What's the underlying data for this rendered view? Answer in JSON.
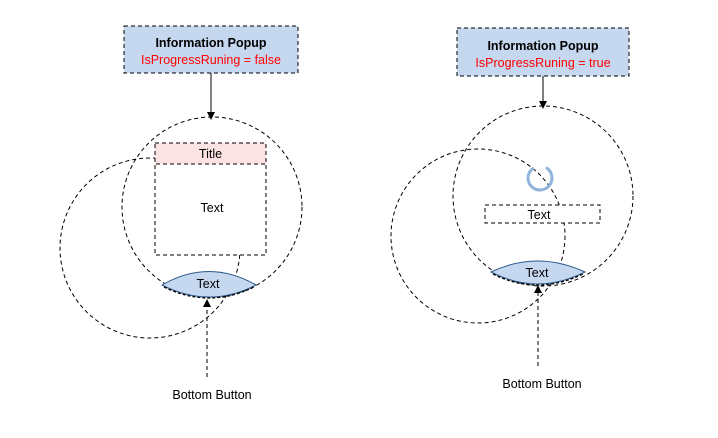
{
  "colors": {
    "header_fill": "#c6d8ef",
    "state_text": "#ff0000",
    "title_fill": "#fbe3e4",
    "button_fill": "#c6d8ef",
    "spinner": "#8fb3dd"
  },
  "left": {
    "header_title": "Information Popup",
    "header_state": "IsProgressRuning = false",
    "title_label": "Title",
    "body_text": "Text",
    "button_text": "Text",
    "callout": "Bottom Button"
  },
  "right": {
    "header_title": "Information Popup",
    "header_state": "IsProgressRuning = true",
    "body_text": "Text",
    "button_text": "Text",
    "callout": "Bottom Button",
    "spinner_icon": "progress-spinner-icon"
  }
}
